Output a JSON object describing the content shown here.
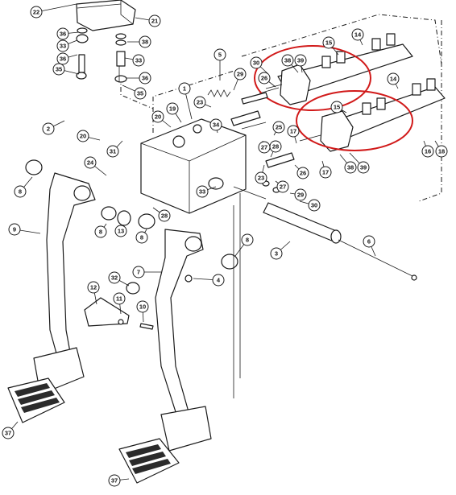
{
  "diagram": {
    "highlight_color": "#d11a1a",
    "line_color": "#1a1a1a",
    "callouts": [
      {
        "id": "c22",
        "label": "22"
      },
      {
        "id": "c21",
        "label": "21"
      },
      {
        "id": "c36a",
        "label": "36"
      },
      {
        "id": "c38a",
        "label": "38"
      },
      {
        "id": "c33a",
        "label": "33"
      },
      {
        "id": "c36b",
        "label": "36"
      },
      {
        "id": "c33b",
        "label": "33"
      },
      {
        "id": "c35a",
        "label": "35"
      },
      {
        "id": "c36c",
        "label": "36"
      },
      {
        "id": "c35b",
        "label": "35"
      },
      {
        "id": "c5",
        "label": "5"
      },
      {
        "id": "c30a",
        "label": "30"
      },
      {
        "id": "c38b",
        "label": "38"
      },
      {
        "id": "c39a",
        "label": "39"
      },
      {
        "id": "c15a",
        "label": "15"
      },
      {
        "id": "c14a",
        "label": "14"
      },
      {
        "id": "c26a",
        "label": "26"
      },
      {
        "id": "c29a",
        "label": "29"
      },
      {
        "id": "c1",
        "label": "1"
      },
      {
        "id": "c23a",
        "label": "23"
      },
      {
        "id": "c14b",
        "label": "14"
      },
      {
        "id": "c15b",
        "label": "15"
      },
      {
        "id": "c2",
        "label": "2"
      },
      {
        "id": "c19",
        "label": "19"
      },
      {
        "id": "c20a",
        "label": "20"
      },
      {
        "id": "c34",
        "label": "34"
      },
      {
        "id": "c25",
        "label": "25"
      },
      {
        "id": "c20b",
        "label": "20"
      },
      {
        "id": "c31",
        "label": "31"
      },
      {
        "id": "c27a",
        "label": "27"
      },
      {
        "id": "c17a",
        "label": "17"
      },
      {
        "id": "c28a",
        "label": "28"
      },
      {
        "id": "c16",
        "label": "16"
      },
      {
        "id": "c18",
        "label": "18"
      },
      {
        "id": "c24",
        "label": "24"
      },
      {
        "id": "c8a",
        "label": "8"
      },
      {
        "id": "c23b",
        "label": "23"
      },
      {
        "id": "c26b",
        "label": "26"
      },
      {
        "id": "c17b",
        "label": "17"
      },
      {
        "id": "c38c",
        "label": "38"
      },
      {
        "id": "c39b",
        "label": "39"
      },
      {
        "id": "c33c",
        "label": "33"
      },
      {
        "id": "c27b",
        "label": "27"
      },
      {
        "id": "c29b",
        "label": "29"
      },
      {
        "id": "c28b",
        "label": "28"
      },
      {
        "id": "c30b",
        "label": "30"
      },
      {
        "id": "c9",
        "label": "9"
      },
      {
        "id": "c8b",
        "label": "8"
      },
      {
        "id": "c13",
        "label": "13"
      },
      {
        "id": "c8c",
        "label": "8"
      },
      {
        "id": "c6",
        "label": "6"
      },
      {
        "id": "c3",
        "label": "3"
      },
      {
        "id": "c8d",
        "label": "8"
      },
      {
        "id": "c7",
        "label": "7"
      },
      {
        "id": "c4",
        "label": "4"
      },
      {
        "id": "c32",
        "label": "32"
      },
      {
        "id": "c12",
        "label": "12"
      },
      {
        "id": "c11",
        "label": "11"
      },
      {
        "id": "c10",
        "label": "10"
      },
      {
        "id": "c37a",
        "label": "37"
      },
      {
        "id": "c37b",
        "label": "37"
      }
    ]
  }
}
